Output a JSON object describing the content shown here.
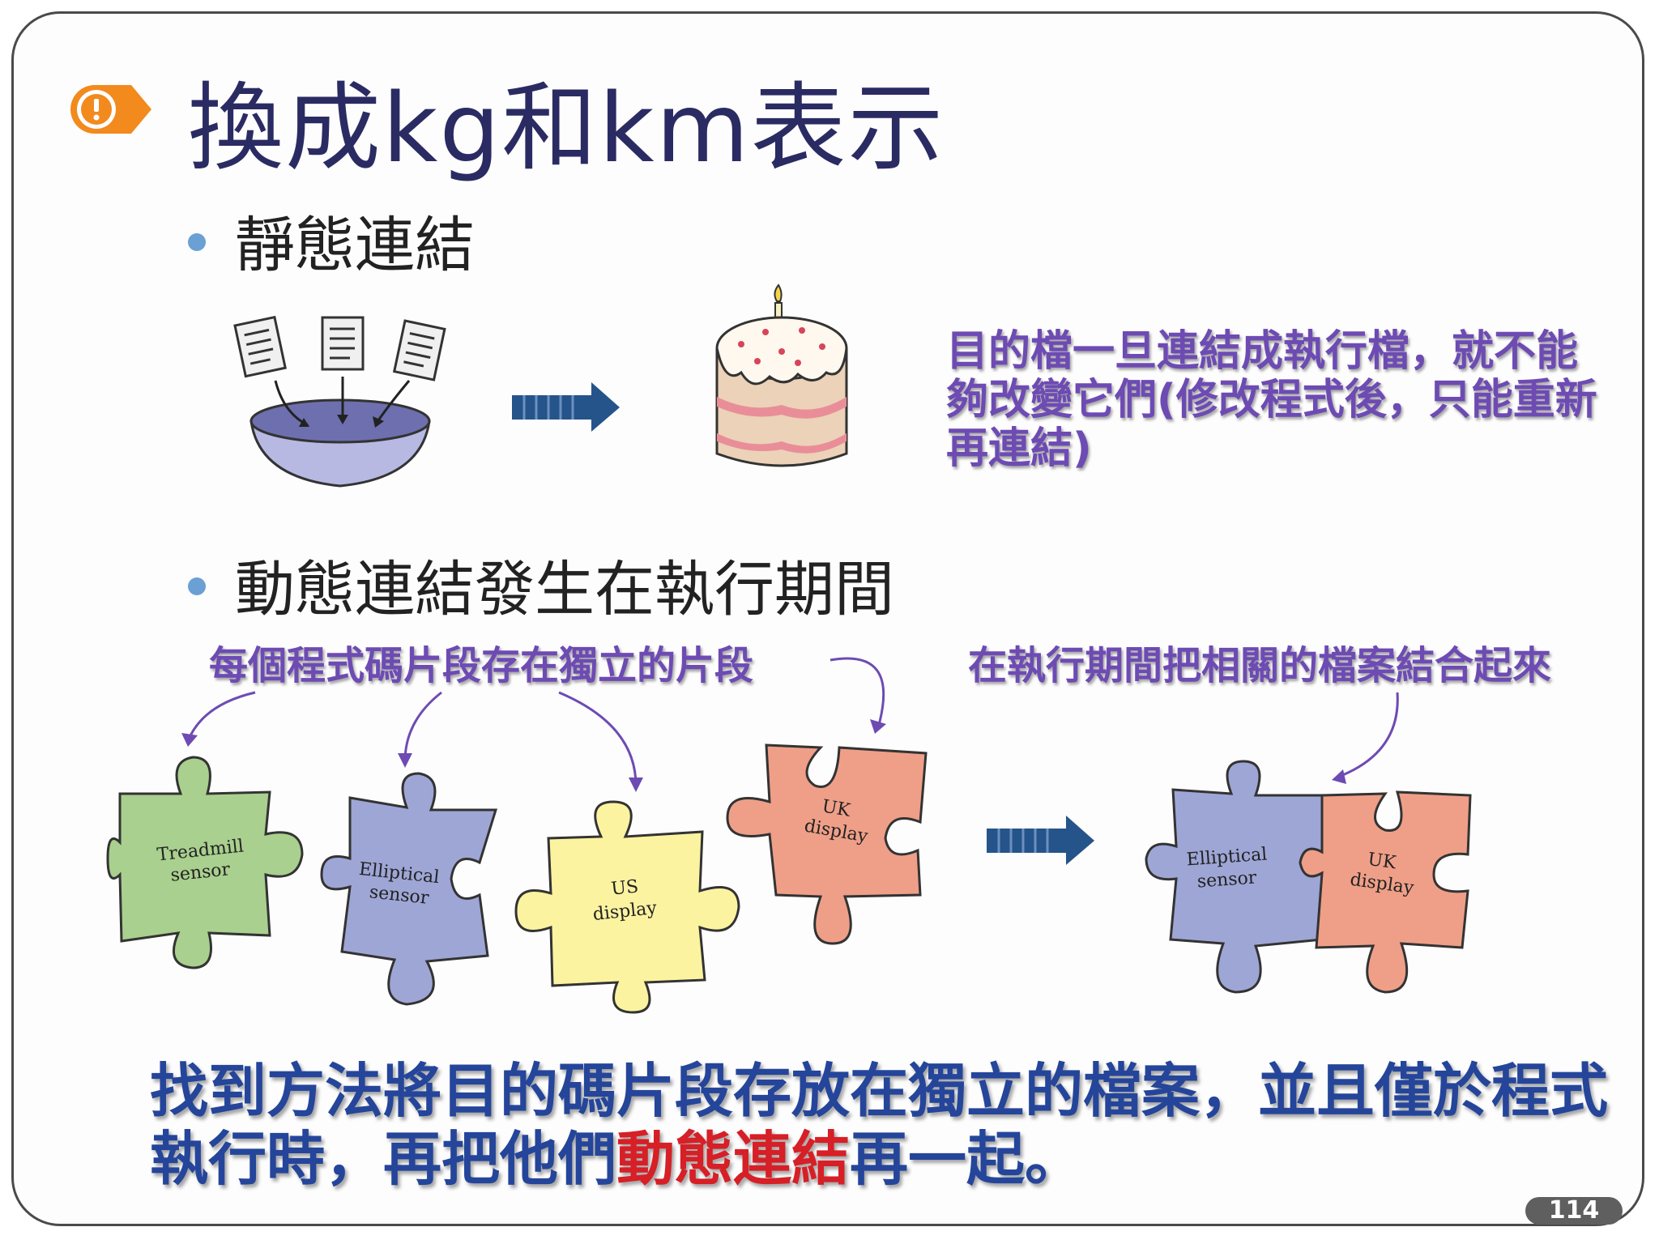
{
  "title": "換成kg和km表示",
  "bullets": [
    {
      "text": "靜態連結"
    },
    {
      "text": "動態連結發生在執行期間"
    }
  ],
  "notes": {
    "static_note": "目的檔一旦連結成執行檔，就不能夠改變它們(修改程式後，只能重新再連結)",
    "segment_note": "每個程式碼片段存在獨立的片段",
    "link_note": "在執行期間把相關的檔案結合起來"
  },
  "pieces": [
    {
      "line1": "Treadmill",
      "line2": "sensor",
      "color": "#a9d08e"
    },
    {
      "line1": "Elliptical",
      "line2": "sensor",
      "color": "#9ea6d6"
    },
    {
      "line1": "US",
      "line2": "display",
      "color": "#fbf3a0"
    },
    {
      "line1": "UK",
      "line2": "display",
      "color": "#ef9f88"
    }
  ],
  "combined": [
    {
      "line1": "Elliptical",
      "line2": "sensor"
    },
    {
      "line1": "UK",
      "line2": "display"
    }
  ],
  "summary": {
    "part1": "找到方法將目的碼片段存放在獨立的檔案，並且僅於程式執行時，再把他們",
    "highlight": "動態連結",
    "part2": "再一起。"
  },
  "page_number": "114",
  "colors": {
    "title": "#2b2b63",
    "note": "#6d4bb3",
    "summary": "#24459a",
    "highlight": "#d61f26",
    "arrow": "#24548a"
  }
}
